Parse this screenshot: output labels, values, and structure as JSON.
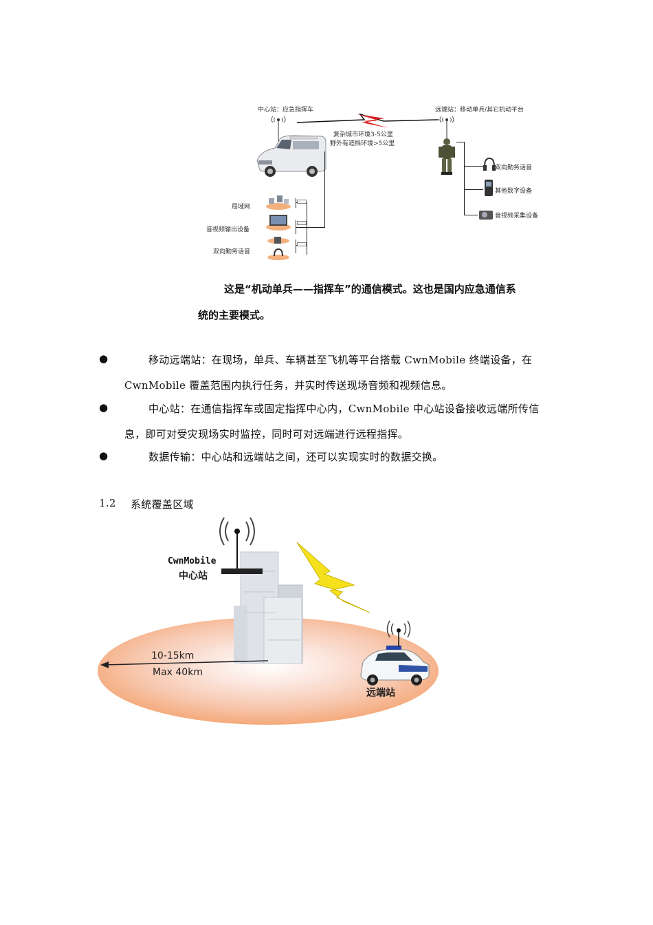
{
  "figure1": {
    "central_station_label": "中心站：应急指挥车",
    "remote_station_label": "远端站：移动单兵/其它机动平台",
    "range_line1": "复杂城市环境3-5公里",
    "range_line2": "野外有遮挡环境>5公里",
    "left_devices": [
      "局域网",
      "音视频输出设备",
      "双向勤务话音"
    ],
    "right_devices": [
      "双向勤务话音",
      "其他数字设备",
      "音视频采集设备"
    ]
  },
  "caption": {
    "line1": "这是“机动单兵——指挥车”的通信模式。这也是国内应急通信系",
    "line2": "统的主要模式。"
  },
  "bullets": [
    {
      "line1": "移动远端站：在现场，单兵、车辆甚至飞机等平台搭载 CwnMobile 终端设备，在",
      "line2": "CwnMobile 覆盖范围内执行任务，并实时传送现场音频和视频信息。"
    },
    {
      "line1": "中心站：在通信指挥车或固定指挥中心内，CwnMobile 中心站设备接收远端所传信",
      "line2": "息，即可对受灾现场实时监控，同时可对远端进行远程指挥。"
    },
    {
      "line1": "数据传输：中心站和远端站之间，还可以实现实时的数据交换。"
    }
  ],
  "section": {
    "number": "1.2",
    "title": "系统覆盖区域"
  },
  "figure2": {
    "brand": "CwnMobile",
    "central": "中心站",
    "range1": "10-15km",
    "range2": "Max 40km",
    "remote": "远端站"
  }
}
